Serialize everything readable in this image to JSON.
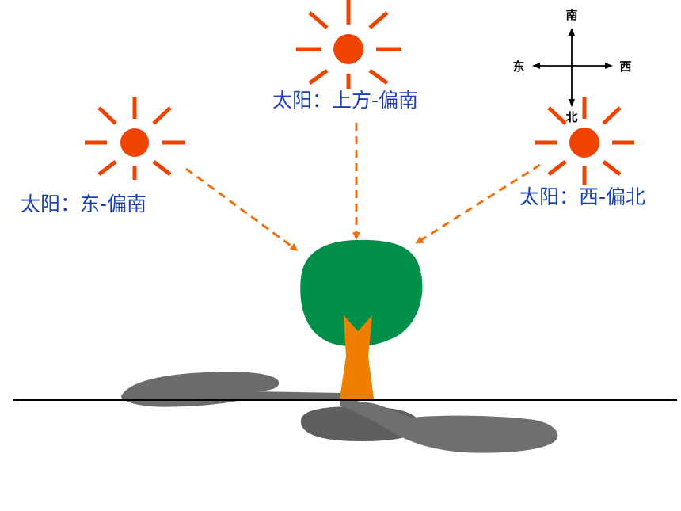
{
  "suns": [
    {
      "id": "east",
      "label": "太阳：东-偏南"
    },
    {
      "id": "top",
      "label": "太阳：上方-偏南"
    },
    {
      "id": "west",
      "label": "太阳：西-偏北"
    }
  ],
  "compass": {
    "north": "南",
    "south": "北",
    "west": "东",
    "east": "西"
  },
  "colors": {
    "sun": "#EE4400",
    "sun_ray": "#EE4400",
    "light_ray": "#F07010",
    "label": "#1B3FB5",
    "canopy": "#008F48",
    "trunk": "#F07F00",
    "shadow": "#6B6B6B",
    "ground": "#000000",
    "compass": "#000000"
  }
}
